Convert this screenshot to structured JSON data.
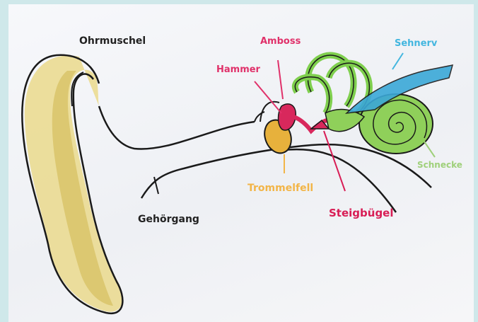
{
  "labels": {
    "ohrmuschel": {
      "text": "Ohrmuschel",
      "color": "#222222"
    },
    "amboss": {
      "text": "Amboss",
      "color": "#e0316a"
    },
    "hammer": {
      "text": "Hammer",
      "color": "#e0316a"
    },
    "sehnerv": {
      "text": "Sehnerv",
      "color": "#43b6df"
    },
    "schnecke": {
      "text": "Schnecke",
      "color": "#9fd07a"
    },
    "trommelfell": {
      "text": "Trommelfell",
      "color": "#f2b548"
    },
    "gehoergang": {
      "text": "Gehörgang",
      "color": "#222222"
    },
    "steigbuegel": {
      "text": "Steigbügel",
      "color": "#d81d55"
    }
  },
  "colors": {
    "ear_fill": "#e8d98a",
    "ear_shade": "#c9b24a",
    "cochlea": "#8fd05a",
    "canals": "#7fcf4e",
    "nerve": "#3ba8d8",
    "ossicles": "#d8285c",
    "eardrum": "#e7b13c",
    "ink": "#1a1a1a"
  }
}
